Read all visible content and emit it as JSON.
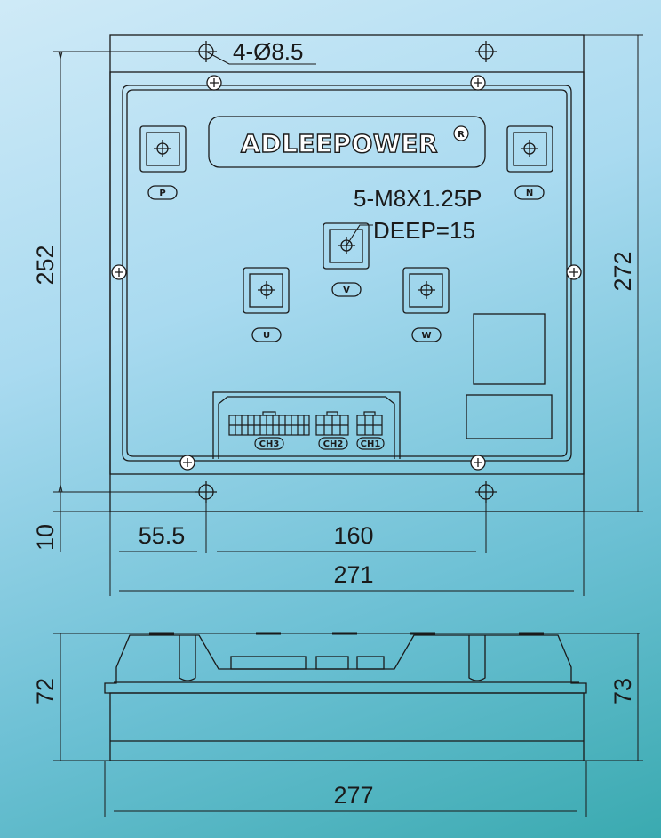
{
  "brand": {
    "name": "ADLEEPOWER",
    "registered_mark": "R"
  },
  "notes": {
    "mounting_holes": "4-Ø8.5",
    "thread_spec": "5-M8X1.25P",
    "thread_depth": "DEEP=15"
  },
  "terminals": [
    "P",
    "N",
    "V",
    "U",
    "W"
  ],
  "connectors": [
    "CH3",
    "CH2",
    "CH1"
  ],
  "dimensions": {
    "height_left": "252",
    "height_right": "272",
    "edge_offset": "10",
    "hole_offset": "55.5",
    "hole_spacing": "160",
    "width_top": "271",
    "side_height_left": "72",
    "side_height_right": "73",
    "width_bottom": "277"
  },
  "colors": {
    "line": "#1a1a1a",
    "background_top": "#cfeaf7",
    "background_bottom": "#3aaab0"
  }
}
